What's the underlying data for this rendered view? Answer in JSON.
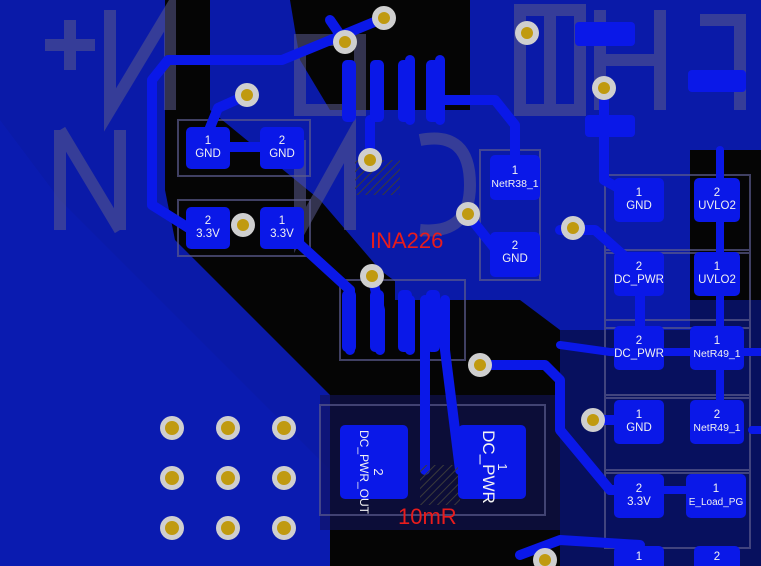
{
  "colors": {
    "background": "#050505",
    "top_copper": "#0a18e8",
    "ground_pour": "#0a1aa8",
    "silkscreen_faint": "#5a5a8c",
    "via_ring": "#cfcfcf",
    "via_hole": "#c09a10",
    "ref_designator": "#e81c1c"
  },
  "pads": [
    {
      "id": "gnd-1",
      "pin": "1",
      "net": "GND"
    },
    {
      "id": "gnd-2",
      "pin": "2",
      "net": "GND"
    },
    {
      "id": "v33-2",
      "pin": "2",
      "net": "3.3V"
    },
    {
      "id": "v33-1",
      "pin": "1",
      "net": "3.3V"
    },
    {
      "id": "netr38",
      "pin": "1",
      "net": "NetR38_1"
    },
    {
      "id": "gnd-r38",
      "pin": "2",
      "net": "GND"
    },
    {
      "id": "r-gnd-1",
      "pin": "1",
      "net": "GND"
    },
    {
      "id": "uvlo-2",
      "pin": "2",
      "net": "UVLO2"
    },
    {
      "id": "dcpwr-2a",
      "pin": "2",
      "net": "DC_PWR"
    },
    {
      "id": "uvlo-1",
      "pin": "1",
      "net": "UVLO2"
    },
    {
      "id": "dcpwr-2b",
      "pin": "2",
      "net": "DC_PWR"
    },
    {
      "id": "netr49-1a",
      "pin": "1",
      "net": "NetR49_1"
    },
    {
      "id": "r-gnd-1b",
      "pin": "1",
      "net": "GND"
    },
    {
      "id": "netr49-2",
      "pin": "2",
      "net": "NetR49_1"
    },
    {
      "id": "v33-2b",
      "pin": "2",
      "net": "3.3V"
    },
    {
      "id": "eload",
      "pin": "1",
      "net": "E_Load_PG"
    },
    {
      "id": "bot-1",
      "pin": "1",
      "net": ""
    },
    {
      "id": "bot-2",
      "pin": "2",
      "net": ""
    }
  ],
  "shunt_pads": [
    {
      "id": "dc-pwr-out",
      "pin": "2",
      "net": "DC_PWR_OUT"
    },
    {
      "id": "dc-pwr",
      "pin": "1",
      "net": "DC_PWR"
    }
  ],
  "designators": {
    "ic": "INA226",
    "shunt": "10mR"
  }
}
